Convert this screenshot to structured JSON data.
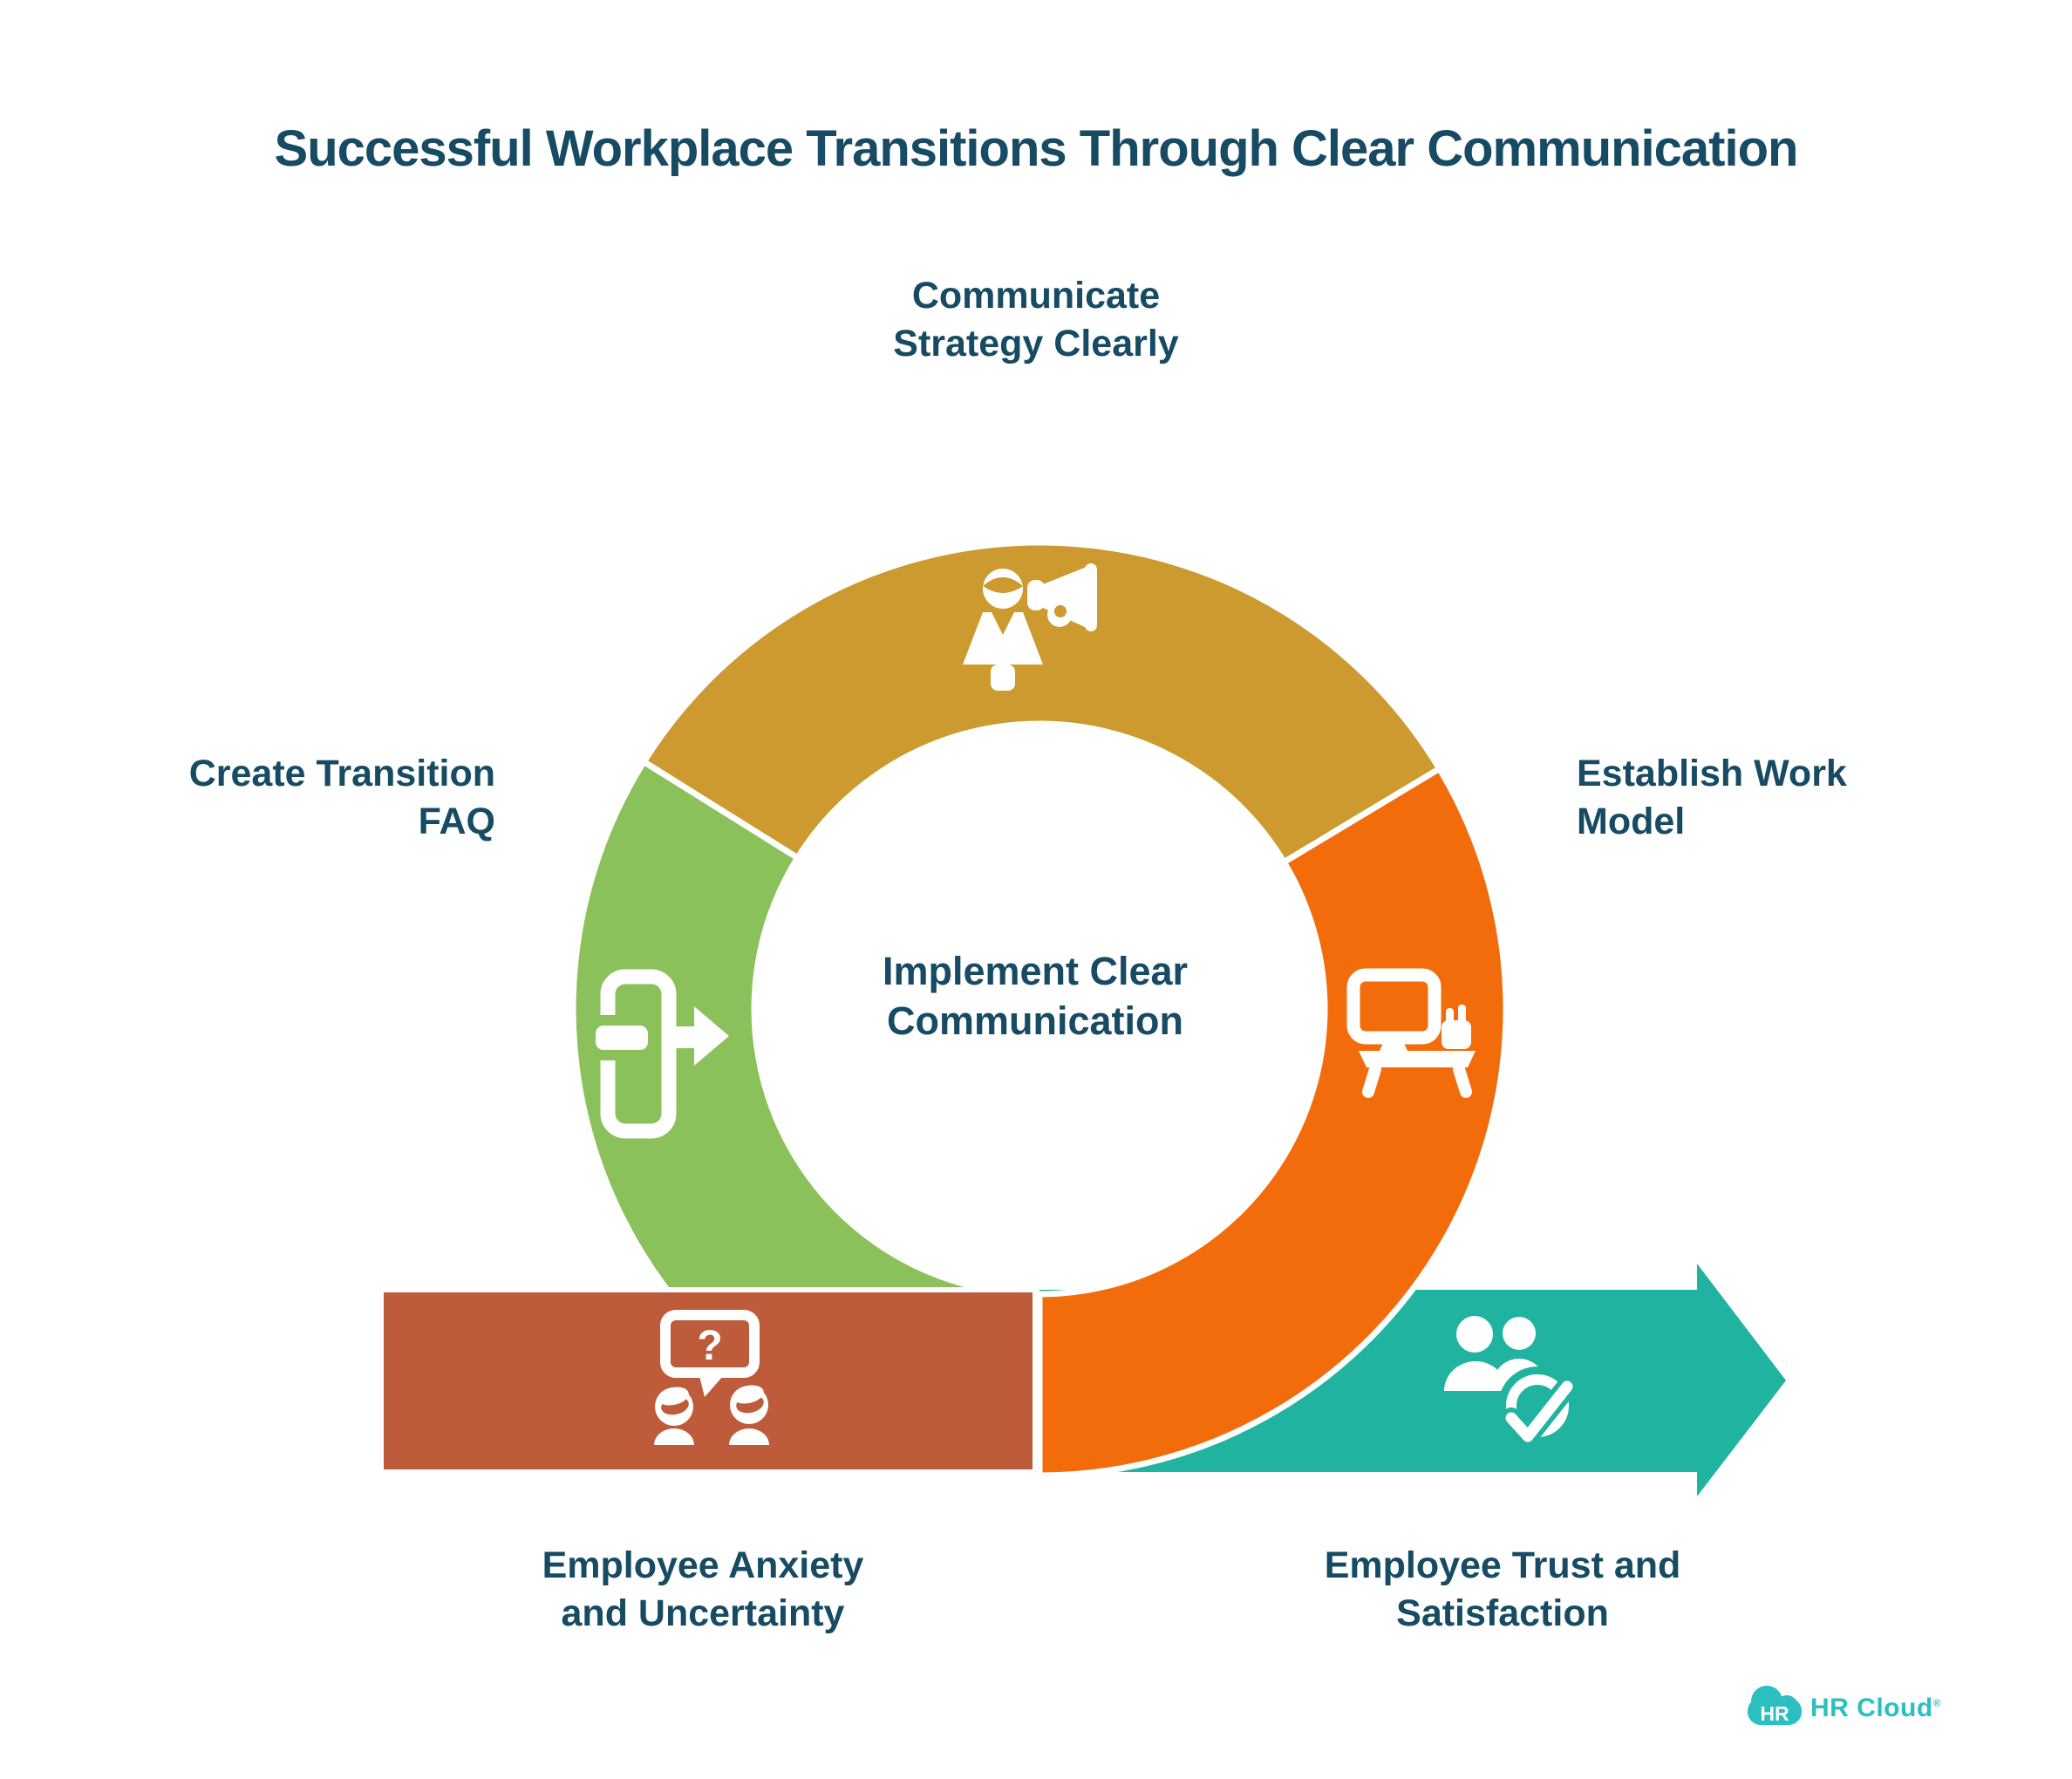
{
  "title": "Successful Workplace Transitions Through Clear Communication",
  "center_label": "Implement Clear\nCommunication",
  "steps": [
    {
      "id": "communicate-strategy",
      "label": "Communicate\nStrategy Clearly",
      "color": "#CC9A2E",
      "icon": "megaphone-person-icon"
    },
    {
      "id": "establish-work-model",
      "label": "Establish Work\nModel",
      "color": "#F26C0B",
      "icon": "desk-computer-icon"
    },
    {
      "id": "employee-trust",
      "label": "Employee Trust and\nSatisfaction",
      "color": "#20B39F",
      "icon": "people-check-icon"
    },
    {
      "id": "employee-anxiety",
      "label": "Employee Anxiety\nand Uncertainty",
      "color": "#BE5B3B",
      "icon": "people-question-icon"
    },
    {
      "id": "create-faq",
      "label": "Create Transition\nFAQ",
      "color": "#8AC15B",
      "icon": "exit-door-icon"
    }
  ],
  "icon_glyphs": {
    "question_mark": "?"
  },
  "logo": {
    "badge": "HR",
    "text": "HR Cloud",
    "trademark": "®",
    "color": "#2BBFBF"
  },
  "colors": {
    "text_navy": "#174B63",
    "background": "#FFFFFF"
  }
}
